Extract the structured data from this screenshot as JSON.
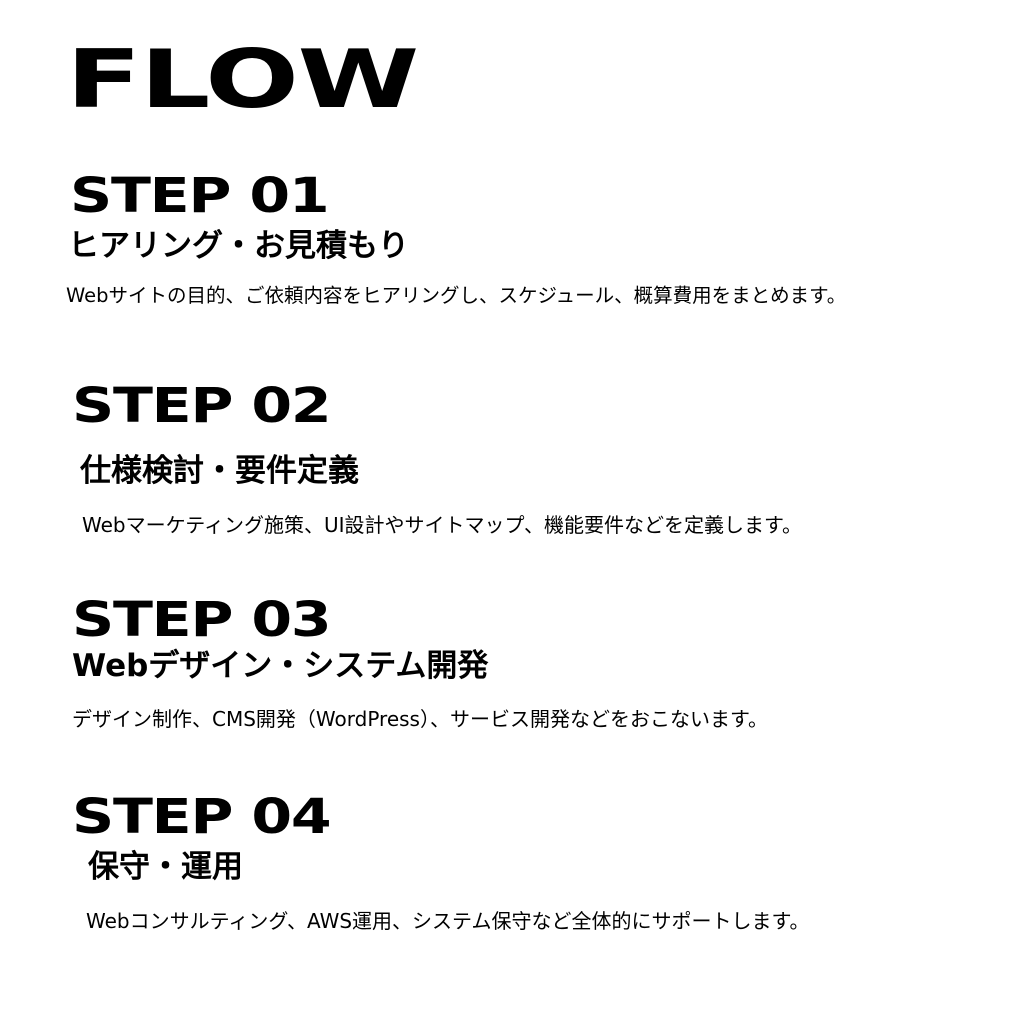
{
  "page": {
    "title": "FLOW"
  },
  "steps": [
    {
      "label": "STEP 01",
      "title": "ヒアリング・お見積もり",
      "description": "Webサイトの目的、ご依頼内容をヒアリングし、スケジュール、概算費用をまとめます。"
    },
    {
      "label": "STEP 02",
      "title": "仕様検討・要件定義",
      "description": "Webマーケティング施策、UI設計やサイトマップ、機能要件などを定義します。"
    },
    {
      "label": "STEP 03",
      "title": "Webデザイン・システム開発",
      "description": "デザイン制作、CMS開発（WordPress）、サービス開発などをおこないます。"
    },
    {
      "label": "STEP 04",
      "title": "保守・運用",
      "description": "Webコンサルティング、AWS運用、システム保守など全体的にサポートします。"
    }
  ]
}
